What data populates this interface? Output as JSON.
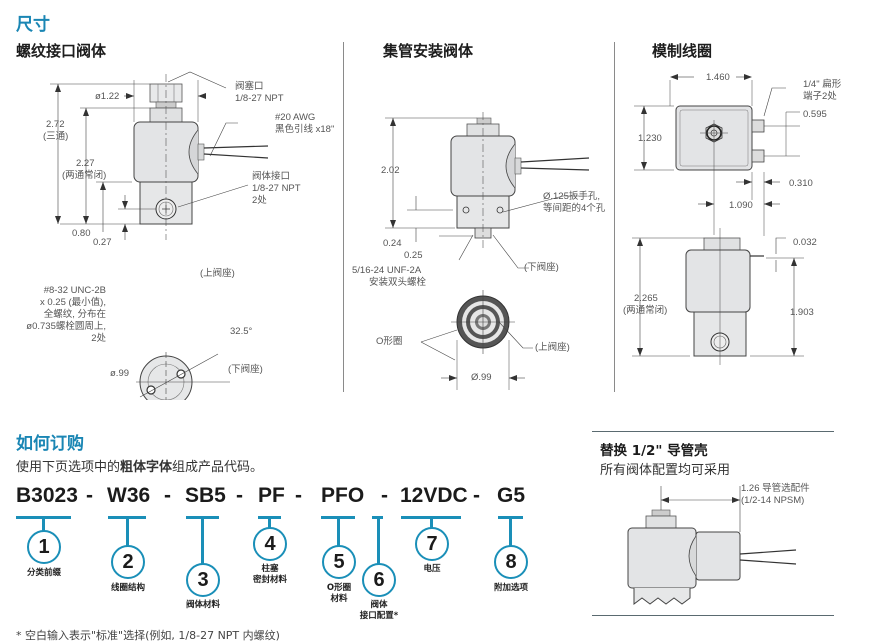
{
  "section_title": "尺寸",
  "threaded_body": {
    "title": "螺纹接口阀体",
    "labels": {
      "diameter": "ø1.22",
      "plug_port_title": "阀塞口",
      "plug_port_spec": "1/8-27 NPT",
      "wire_gauge": "#20 AWG",
      "wire_desc": "黑色引线 x18\"",
      "height_3way": "2.72",
      "height_3way_note": "(三通)",
      "height_2way": "2.27",
      "height_2way_note": "(两通常闭)",
      "body_port_title": "阀体接口",
      "body_port_spec": "1/8-27 NPT",
      "body_port_qty": "2处",
      "dim_080": "0.80",
      "dim_027": "0.27"
    },
    "bottom_view": {
      "thread_spec_1": "#8-32 UNC-2B",
      "thread_spec_2": "x 0.25 (最小值),",
      "thread_spec_3": "全螺纹, 分布在",
      "thread_spec_4": "ø0.735螺栓圆周上,",
      "thread_spec_5": "2处",
      "upper_seat": "(上阀座)",
      "lower_seat": "(下阀座)",
      "angle": "32.5°",
      "diameter": "ø.99"
    }
  },
  "manifold_body": {
    "title": "集管安装阀体",
    "labels": {
      "height": "2.02",
      "wrench_hole_1": "Ø.125扳手孔,",
      "wrench_hole_2": "等间距的4个孔",
      "dim_024": "0.24",
      "dim_025": "0.25",
      "stud_spec": "5/16-24 UNF-2A",
      "stud_desc": "安装双头螺栓",
      "lower_seat": "(下阀座)",
      "oring": "O形圈",
      "upper_seat": "(上阀座)",
      "diameter": "Ø.99"
    }
  },
  "molded_coil": {
    "title": "模制线圈",
    "labels": {
      "width": "1.460",
      "terminal_1": "1/4\" 扁形",
      "terminal_2": "端子2处",
      "dim_0595": "0.595",
      "dim_1230": "1.230",
      "dim_0310": "0.310",
      "dim_1090": "1.090",
      "dim_0032": "0.032",
      "height_2way": "2.265",
      "height_2way_note": "(两通常闭)",
      "dim_1903": "1.903"
    }
  },
  "ordering": {
    "title": "如何订购",
    "instruction_prefix": "使用下页选项中的",
    "instruction_bold": "粗体字体",
    "instruction_suffix": "组成产品代码。",
    "codes": [
      "B3023",
      "W36",
      "SB5",
      "PF",
      "PFO",
      "",
      "12VDC",
      "G5"
    ],
    "separator": "-",
    "items": [
      {
        "num": "1",
        "label": "分类前缀"
      },
      {
        "num": "2",
        "label": "线圈结构"
      },
      {
        "num": "3",
        "label": "阀体材料"
      },
      {
        "num": "4",
        "label_1": "柱塞",
        "label_2": "密封材料"
      },
      {
        "num": "5",
        "label_1": "O形圈",
        "label_2": "材料"
      },
      {
        "num": "6",
        "label_1": "阀体",
        "label_2": "接口配置*"
      },
      {
        "num": "7",
        "label": "电压"
      },
      {
        "num": "8",
        "label": "附加选项"
      }
    ],
    "footnote": "* 空白输入表示\"标准\"选择(例如, 1/8-27 NPT 内螺纹)"
  },
  "conduit": {
    "title": "替换 1/2\" 导管壳",
    "subtitle": "所有阀体配置均可采用",
    "dim_label_1": "1.26 导管选配件",
    "dim_label_2": "(1/2-14 NPSM)"
  },
  "colors": {
    "accent": "#1a86b4",
    "connector": "#1a8fb8",
    "body_gray": "#e3e4e6",
    "outline": "#3a3a3a"
  }
}
